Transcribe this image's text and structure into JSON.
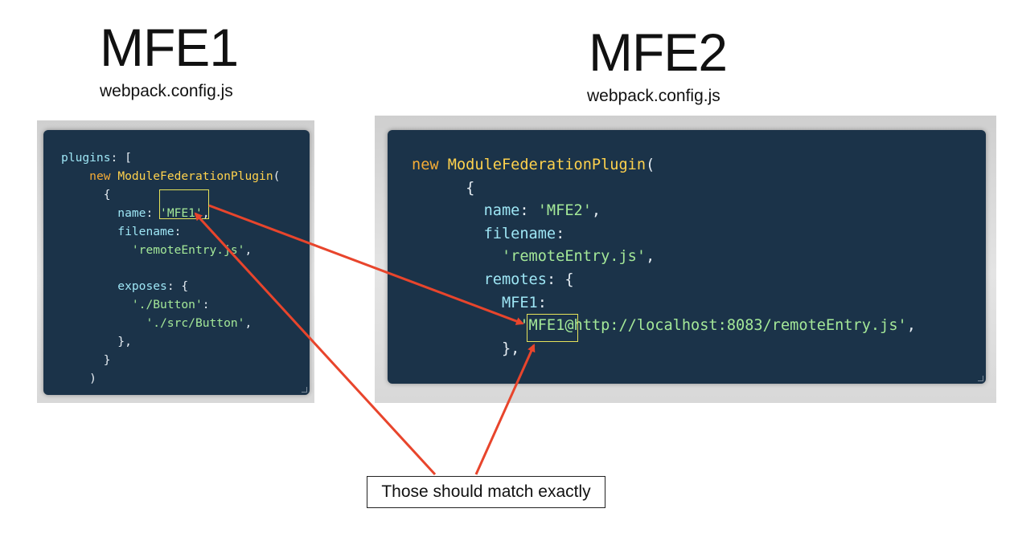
{
  "mfe1": {
    "title": "MFE1",
    "subtitle": "webpack.config.js",
    "code": {
      "l1_prop": "plugins",
      "l1_punc": ": [",
      "l2_kw": "new",
      "l2_cls": "ModuleFederationPlugin",
      "l2_punc": "(",
      "l3_punc": "{",
      "l4_prop": "name",
      "l4_colon": ": ",
      "l4_str": "'MFE1'",
      "l4_comma": ",",
      "l5_prop": "filename",
      "l5_colon": ":",
      "l6_str": "'remoteEntry.js'",
      "l6_comma": ",",
      "l8_prop": "exposes",
      "l8_punc": ": {",
      "l9_str": "'./Button'",
      "l9_colon": ":",
      "l10_str": "'./src/Button'",
      "l10_comma": ",",
      "l11_punc": "},",
      "l12_punc": "}",
      "l13_punc": ")"
    }
  },
  "mfe2": {
    "title": "MFE2",
    "subtitle": "webpack.config.js",
    "code": {
      "l1_kw": "new",
      "l1_cls": "ModuleFederationPlugin",
      "l1_punc": "(",
      "l2_punc": "{",
      "l3_prop": "name",
      "l3_colon": ": ",
      "l3_str": "'MFE2'",
      "l3_comma": ",",
      "l4_prop": "filename",
      "l4_colon": ":",
      "l5_str": "'remoteEntry.js'",
      "l5_comma": ",",
      "l6_prop": "remotes",
      "l6_punc": ": {",
      "l7_prop": "MFE1",
      "l7_colon": ":",
      "l8_str": "'MFE1@http://localhost:8083/remoteEntry.js'",
      "l8_comma": ",",
      "l9_punc": "},"
    }
  },
  "callout": {
    "text": "Those should match exactly"
  },
  "colors": {
    "code_background": "#1b3349",
    "arrow": "#e8452c",
    "highlight_box": "#e6e35a"
  }
}
